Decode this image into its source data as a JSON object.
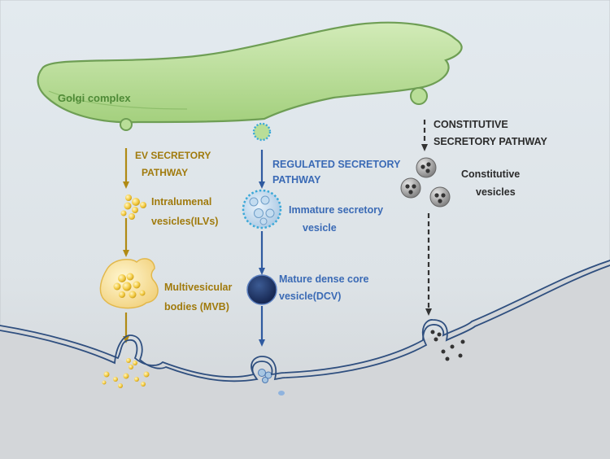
{
  "labels": {
    "golgi": "Golgi complex",
    "ev_pathway": [
      "EV SECRETORY",
      "PATHWAY"
    ],
    "ilv": [
      "Intralumenal",
      "vesicles(ILVs)"
    ],
    "mvb": [
      "Multivesicular",
      "bodies (MVB)"
    ],
    "regulated_pathway": [
      "REGULATED SECRETORY",
      "PATHWAY"
    ],
    "immature": [
      "Immature secretory",
      "vesicle"
    ],
    "mature": [
      "Mature dense core",
      "vesicle(DCV)"
    ],
    "constitutive_pathway": [
      "CONSTITUTIVE",
      "SECRETORY PATHWAY"
    ],
    "constitutive_vesicles": [
      "Constitutive",
      "vesicles"
    ]
  },
  "colors": {
    "background_top": "#e2e9ee",
    "background_bottom": "#cfd3d6",
    "golgi_fill": "#b6dc96",
    "golgi_stroke": "#6e9e54",
    "ev_pathway": "#b08a14",
    "regulated_pathway": "#3366b0",
    "constitutive_pathway": "#333333",
    "membrane": "#2f4f7f",
    "vesicle_yellow": "#f2c73c",
    "immature_vesicle": "#a9c9e6",
    "dense_core": "#1f3460"
  }
}
